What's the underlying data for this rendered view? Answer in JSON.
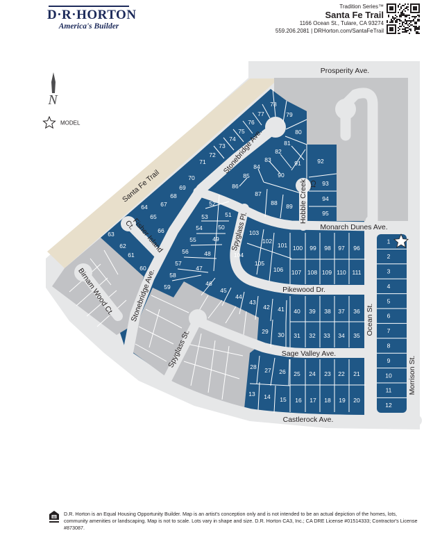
{
  "header": {
    "brand": "D·R·HORTON",
    "tagline": "America's Builder",
    "series": "Tradition Series™",
    "community": "Santa Fe Trail",
    "address": "1166 Ocean St., Tulare, CA 93274",
    "contact": "559.206.2081  |  DRHorton.com/SantaFeTrail"
  },
  "legend": {
    "north": "N",
    "model_label": "MODEL",
    "model_lot": "1"
  },
  "colors": {
    "lot_available": "#1f5786",
    "lot_other": "#c1c2c5",
    "road": "#e6e7e8",
    "trail": "#e8dfcb"
  },
  "streets": {
    "prosperity": "Prosperity Ave.",
    "santa_fe": "Santa Fe Trail",
    "stonebridge": "Stonebridge Ave.",
    "fisher_island": "Fisher Island",
    "fisher_ct": "Ct.",
    "spyglass_pl": "Spyglass Pl.",
    "monarch": "Monarch Dunes Ave.",
    "hobble": "Hobble Creek",
    "hobble_ct": "Ct.",
    "pikewood": "Pikewood Dr.",
    "ocean": "Ocean St.",
    "morrison": "Morrison St.",
    "sage_valley": "Sage Valley Ave.",
    "castlerock": "Castlerock Ave.",
    "birnam": "Birnam Wood Ct.",
    "spyglass_st": "Spyglass St."
  },
  "map": {
    "lots": [
      "1",
      "2",
      "3",
      "4",
      "5",
      "6",
      "7",
      "8",
      "9",
      "10",
      "11",
      "12",
      "13",
      "14",
      "15",
      "16",
      "17",
      "18",
      "19",
      "20",
      "21",
      "22",
      "23",
      "24",
      "25",
      "26",
      "27",
      "28",
      "29",
      "30",
      "31",
      "32",
      "33",
      "34",
      "35",
      "36",
      "37",
      "38",
      "39",
      "40",
      "41",
      "42",
      "43",
      "44",
      "45",
      "46",
      "47",
      "48",
      "49",
      "50",
      "51",
      "52",
      "53",
      "54",
      "55",
      "56",
      "57",
      "58",
      "59",
      "60",
      "61",
      "62",
      "63",
      "64",
      "65",
      "66",
      "67",
      "68",
      "69",
      "70",
      "71",
      "72",
      "73",
      "74",
      "75",
      "76",
      "77",
      "78",
      "79",
      "80",
      "81",
      "82",
      "83",
      "84",
      "85",
      "86",
      "87",
      "88",
      "89",
      "90",
      "91",
      "92",
      "93",
      "94",
      "95",
      "96",
      "97",
      "98",
      "99",
      "100",
      "101",
      "102",
      "103",
      "104",
      "105",
      "106",
      "107",
      "108",
      "109",
      "110",
      "111"
    ]
  },
  "footer": {
    "disclaimer": "D.R. Horton is an Equal Housing Opportunity Builder. Map is an artist's conception only and is not intended to be an actual depiction of the homes, lots, community amenities or landscaping. Map is not to scale. Lots vary in shape and size. D.R. Horton CA3, Inc.; CA DRE License #01514333; Contractor's License #873087."
  }
}
